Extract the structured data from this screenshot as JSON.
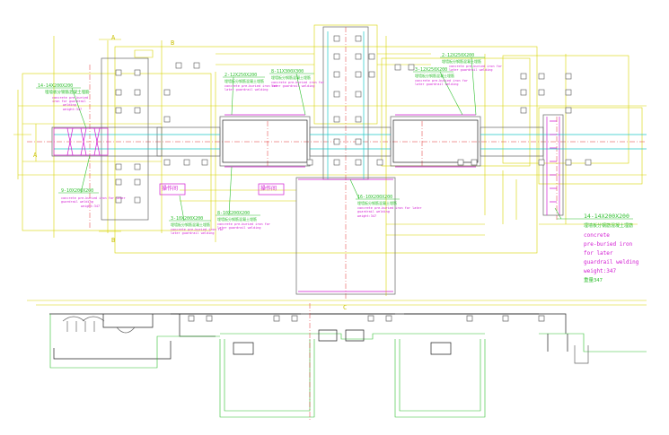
{
  "axis_marks": {
    "a_top": "A",
    "a_mid": "A",
    "b_top": "B",
    "b_bot": "B",
    "c_bot": "C"
  },
  "rooms": {
    "pump_room_1": "操作间",
    "pump_room_2": "操作间"
  },
  "callouts": {
    "c1": {
      "code": "14-14X200X200",
      "zh": "埋墙板分钢筋混凝土埋筋",
      "en": [
        "concrete pre-buried",
        "iron for guardrail",
        "welding"
      ],
      "weight": "weight:347"
    },
    "c2": {
      "code": "2-12X250X200",
      "zh": "埋墙板分钢筋混凝土埋筋",
      "en": [
        "concrete pre-buried iron for",
        "later guardrail welding"
      ]
    },
    "c3": {
      "code": "8-11X300X300",
      "zh": "埋墙板分钢筋混凝土埋筋",
      "en": [
        "concrete pre-buried iron for",
        "later guardrail welding"
      ]
    },
    "c4": {
      "code": "9-10X200X200",
      "zh": "",
      "en": [
        "concrete pre-buried iron for later",
        "guardrail welding"
      ],
      "weight": "weight:347"
    },
    "c5": {
      "code": "8-10X200X200",
      "zh": "埋墙板分钢筋混凝土埋筋",
      "en": [
        "concrete pre-buried iron for",
        "later guardrail welding"
      ]
    },
    "c6": {
      "code": "3-10X200X200",
      "zh": "埋墙板分钢筋混凝土埋筋",
      "en": [
        "concrete pre-buried iron for",
        "later guardrail welding"
      ]
    },
    "c7": {
      "code": "16-10X200X200",
      "zh": "埋墙板分钢筋混凝土埋筋",
      "en": [
        "concrete pre-buried iron for later",
        "guardrail welding"
      ],
      "weight": "weight:347"
    },
    "c8": {
      "code": "3-12X250X200",
      "zh": "埋墙板分钢筋混凝土埋筋",
      "en": [
        "concrete pre-buried iron for",
        "later guardrail welding"
      ]
    },
    "c9": {
      "code": "2-12X250X200",
      "zh": "埋墙板分钢筋混凝土埋筋",
      "en": [
        "concrete pre-buried iron for",
        "later guardrail welding"
      ]
    }
  },
  "big_callout": {
    "code": "14-14X200X200",
    "zh": "埋墙板分钢筋混凝土埋筋",
    "en": [
      "concrete",
      "pre-buried iron",
      "for later",
      "guardrail welding",
      "weight:347"
    ],
    "weight_zh": "重量347"
  }
}
